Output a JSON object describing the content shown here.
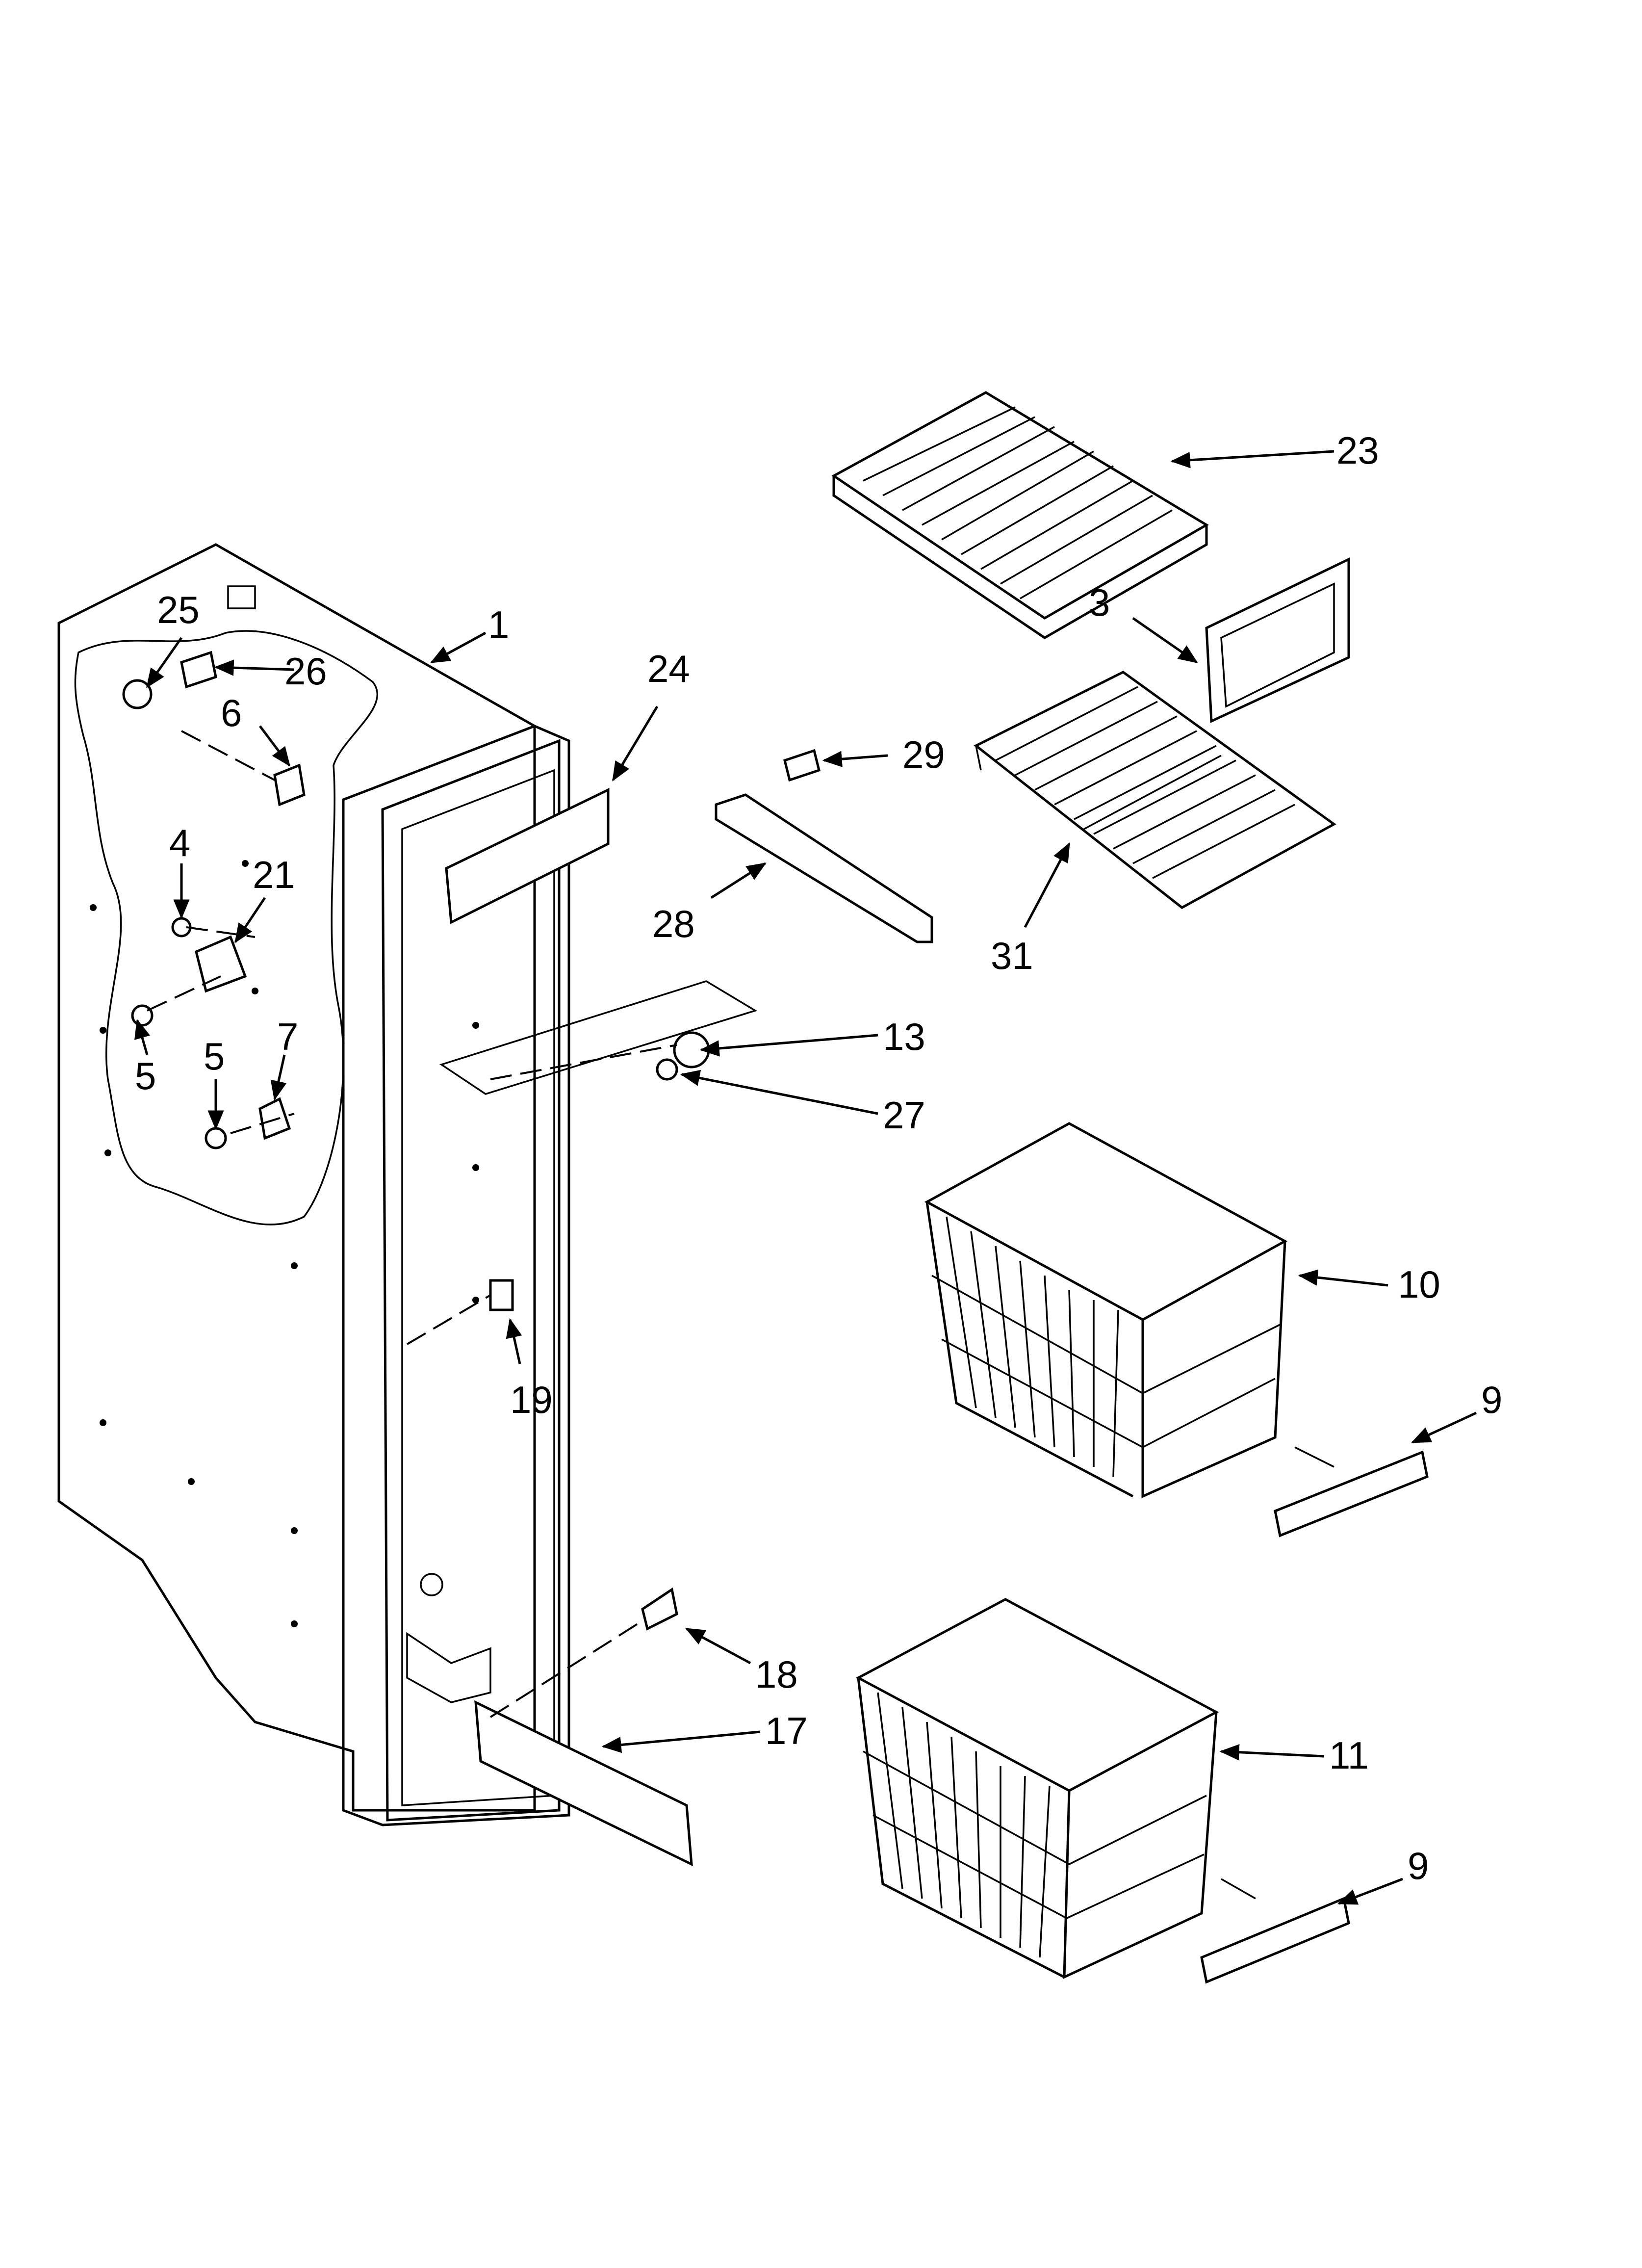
{
  "diagram": {
    "callouts": [
      {
        "id": "c1",
        "text": "1"
      },
      {
        "id": "c3",
        "text": "3"
      },
      {
        "id": "c4",
        "text": "4"
      },
      {
        "id": "c5a",
        "text": "5"
      },
      {
        "id": "c5b",
        "text": "5"
      },
      {
        "id": "c6",
        "text": "6"
      },
      {
        "id": "c7",
        "text": "7"
      },
      {
        "id": "c9a",
        "text": "9"
      },
      {
        "id": "c9b",
        "text": "9"
      },
      {
        "id": "c10",
        "text": "10"
      },
      {
        "id": "c11",
        "text": "11"
      },
      {
        "id": "c13",
        "text": "13"
      },
      {
        "id": "c17",
        "text": "17"
      },
      {
        "id": "c18",
        "text": "18"
      },
      {
        "id": "c19",
        "text": "19"
      },
      {
        "id": "c21",
        "text": "21"
      },
      {
        "id": "c23",
        "text": "23"
      },
      {
        "id": "c24",
        "text": "24"
      },
      {
        "id": "c25",
        "text": "25"
      },
      {
        "id": "c26",
        "text": "26"
      },
      {
        "id": "c27",
        "text": "27"
      },
      {
        "id": "c28",
        "text": "28"
      },
      {
        "id": "c29",
        "text": "29"
      },
      {
        "id": "c31",
        "text": "31"
      }
    ]
  }
}
